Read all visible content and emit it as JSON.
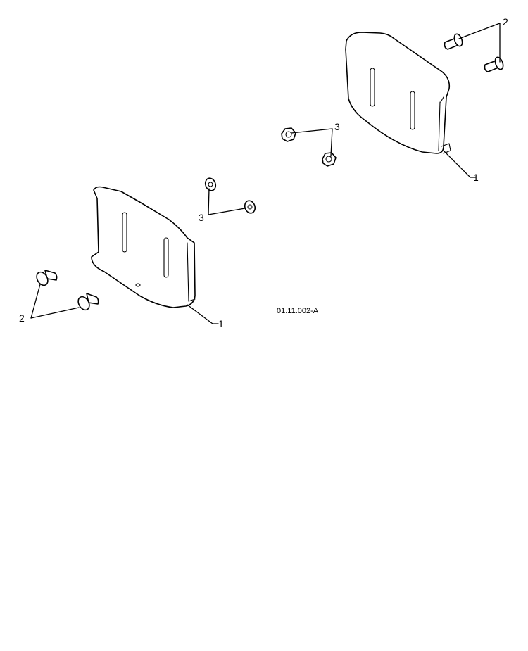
{
  "callouts": {
    "shoe": "1",
    "bolt": "2",
    "nut": "3"
  },
  "reference_code": "01.11.002-A",
  "icons": {
    "shoe": "skid-shoe-icon",
    "bolt": "carriage-bolt-icon",
    "nut": "flange-nut-icon"
  },
  "colors": {
    "line": "#000000",
    "background": "#ffffff"
  }
}
